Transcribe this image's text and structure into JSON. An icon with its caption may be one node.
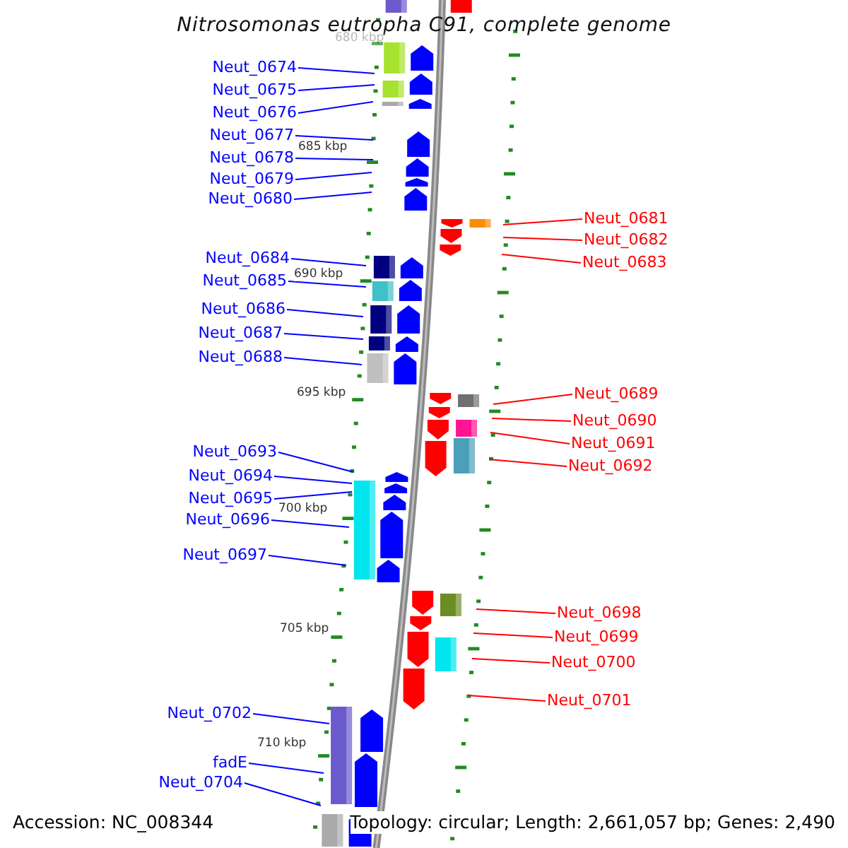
{
  "diagram": {
    "title": "Nitrosomonas eutropha C91, complete genome",
    "nodes": [
      {
        "text": [
          "Neut_0674"
        ]
      },
      {
        "text": [
          "Neut_0675"
        ]
      },
      {
        "text": [
          "Neut_0676"
        ]
      },
      {
        "text": [
          "Neut_0677"
        ]
      },
      {
        "text": [
          "Neut_0678"
        ]
      },
      {
        "text": [
          "Neut_0679"
        ]
      },
      {
        "text": [
          "Neut_0680"
        ]
      },
      {
        "text": [
          "Neut_0681"
        ]
      },
      {
        "text": [
          "Neut_0682"
        ]
      },
      {
        "text": [
          "Neut_0683"
        ]
      },
      {
        "text": [
          "Neut_0684"
        ]
      },
      {
        "text": [
          "Neut_0685"
        ]
      },
      {
        "text": [
          "Neut_0686"
        ]
      },
      {
        "text": [
          "Neut_0687"
        ]
      },
      {
        "text": [
          "Neut_0688"
        ]
      },
      {
        "text": [
          "Neut_0689"
        ]
      },
      {
        "text": [
          "Neut_0690"
        ]
      },
      {
        "text": [
          "Neut_0691"
        ]
      },
      {
        "text": [
          "Neut_0692"
        ]
      },
      {
        "text": [
          "Neut_0693"
        ]
      },
      {
        "text": [
          "Neut_0694"
        ]
      },
      {
        "text": [
          "Neut_0695"
        ]
      },
      {
        "text": [
          "Neut_0696"
        ]
      },
      {
        "text": [
          "Neut_0697"
        ]
      },
      {
        "text": [
          "Neut_0698"
        ]
      },
      {
        "text": [
          "Neut_0699"
        ]
      },
      {
        "text": [
          "Neut_0700"
        ]
      },
      {
        "text": [
          "Neut_0701"
        ]
      },
      {
        "text": [
          "Neut_0702"
        ]
      },
      {
        "text": [
          "fadE"
        ]
      },
      {
        "text": [
          "Neut_0704"
        ]
      }
    ],
    "edges": [
      {
        "from": 0,
        "to": null,
        "arrow": "none"
      },
      {
        "from": 1,
        "to": null,
        "arrow": "none"
      },
      {
        "from": 2,
        "to": null,
        "arrow": "none"
      },
      {
        "from": 3,
        "to": null,
        "arrow": "none"
      },
      {
        "from": 4,
        "to": null,
        "arrow": "none"
      },
      {
        "from": 5,
        "to": null,
        "arrow": "none"
      },
      {
        "from": 6,
        "to": null,
        "arrow": "none"
      },
      {
        "from": 7,
        "to": null,
        "arrow": "none",
        "color": "#ff0000"
      },
      {
        "from": 8,
        "to": null,
        "arrow": "none",
        "color": "#ff0000"
      },
      {
        "from": 9,
        "to": null,
        "arrow": "none",
        "color": "#ff0000"
      },
      {
        "from": 10,
        "to": null,
        "arrow": "none"
      },
      {
        "from": 11,
        "to": null,
        "arrow": "none"
      },
      {
        "from": 12,
        "to": null,
        "arrow": "none"
      },
      {
        "from": 13,
        "to": null,
        "arrow": "none"
      },
      {
        "from": 14,
        "to": null,
        "arrow": "none"
      },
      {
        "from": 15,
        "to": null,
        "arrow": "none",
        "color": "#ff0000"
      },
      {
        "from": 16,
        "to": null,
        "arrow": "none",
        "color": "#ff0000"
      },
      {
        "from": 17,
        "to": null,
        "arrow": "none",
        "color": "#ff0000"
      },
      {
        "from": 18,
        "to": null,
        "arrow": "none",
        "color": "#ff0000"
      },
      {
        "from": 19,
        "to": null,
        "arrow": "none"
      },
      {
        "from": 20,
        "to": null,
        "arrow": "none"
      },
      {
        "from": 21,
        "to": null,
        "arrow": "none"
      },
      {
        "from": 22,
        "to": null,
        "arrow": "none"
      },
      {
        "from": 23,
        "to": null,
        "arrow": "none"
      },
      {
        "from": 24,
        "to": null,
        "arrow": "none",
        "color": "#ff0000"
      },
      {
        "from": 25,
        "to": null,
        "arrow": "none",
        "color": "#ff0000"
      },
      {
        "from": 26,
        "to": null,
        "arrow": "none",
        "color": "#ff0000"
      },
      {
        "from": 27,
        "to": null,
        "arrow": "none",
        "color": "#ff0000"
      },
      {
        "from": 28,
        "to": null,
        "arrow": "none"
      },
      {
        "from": 29,
        "to": null,
        "arrow": "none"
      },
      {
        "from": 30,
        "to": null,
        "arrow": "none"
      }
    ],
    "labels": [
      "680 kbp",
      "685 kbp",
      "690 kbp",
      "695 kbp",
      "700 kbp",
      "705 kbp",
      "710 kbp",
      "Accession: NC_008344",
      "Topology: circular; Length: 2,661,057 bp; Genes: 2,490"
    ]
  }
}
